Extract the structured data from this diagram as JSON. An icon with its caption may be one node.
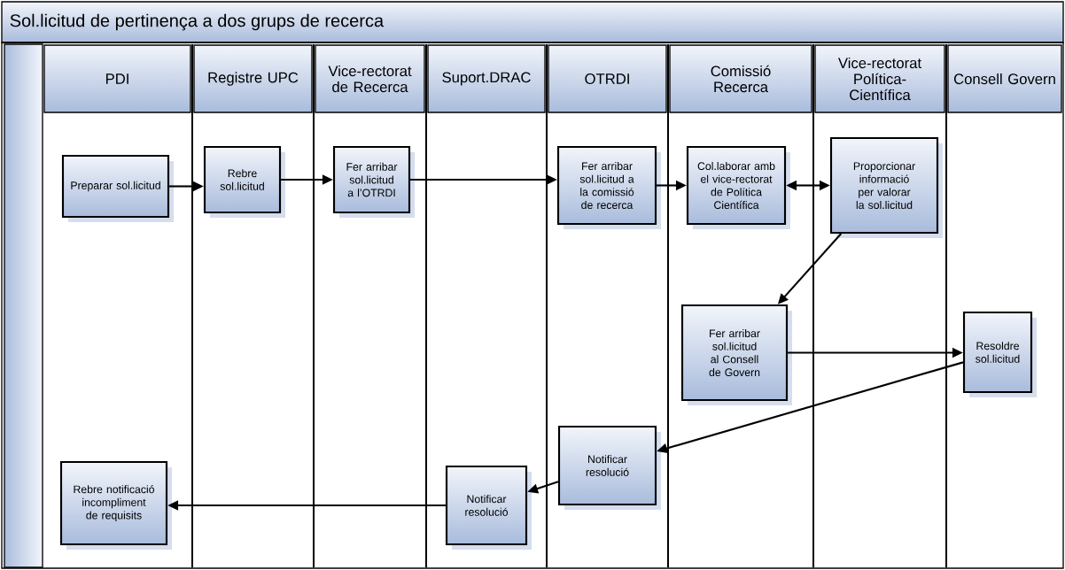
{
  "diagram": {
    "title": "Sol.licitud de pertinença a dos grups de recerca",
    "nodes": [
      {
        "text": [
          "PDI"
        ]
      },
      {
        "text": [
          "Registre UPC"
        ]
      },
      {
        "text": [
          "Vice-rectorat de Recerca"
        ]
      },
      {
        "text": [
          "Suport.DRAC"
        ]
      },
      {
        "text": [
          "OTRDI"
        ]
      },
      {
        "text": [
          "Comissió Recerca"
        ]
      },
      {
        "text": [
          "Vice-rectorat Política-Científica"
        ]
      },
      {
        "text": [
          "Consell Govern"
        ]
      },
      {
        "text": [
          "Preparar sol.licitud"
        ]
      },
      {
        "text": [
          "Rebre sol.licitud"
        ]
      },
      {
        "text": [
          "Fer arribar sol.licitud a l’OTRDI"
        ]
      },
      {
        "text": [
          "Fer arribar sol.licitud a la comissió de recerca"
        ]
      },
      {
        "text": [
          "Col.laborar amb el vice-rectorat de Política Científica"
        ]
      },
      {
        "text": [
          "Proporcionar informació per valorar la sol.licitud"
        ]
      },
      {
        "text": [
          "Fer arribar sol.licitud al Consell de Govern"
        ]
      },
      {
        "text": [
          "Resoldre sol.licitud"
        ]
      },
      {
        "text": [
          "Notificar resolució"
        ]
      },
      {
        "text": [
          "Notificar resolució"
        ]
      },
      {
        "text": [
          "Rebre notificació incompliment de requisits"
        ]
      }
    ],
    "edges": [
      {
        "from": 8,
        "to": 9,
        "arrow": "to"
      },
      {
        "from": 9,
        "to": 10,
        "arrow": "to"
      },
      {
        "from": 10,
        "to": 11,
        "arrow": "to"
      },
      {
        "from": 11,
        "to": 12,
        "arrow": "to"
      },
      {
        "from": 12,
        "to": 13,
        "arrow": "both"
      },
      {
        "from": 13,
        "to": 14,
        "arrow": "to"
      },
      {
        "from": 14,
        "to": 15,
        "arrow": "to"
      },
      {
        "from": 15,
        "to": 16,
        "arrow": "to"
      },
      {
        "from": 16,
        "to": 17,
        "arrow": "to"
      },
      {
        "from": 17,
        "to": 18,
        "arrow": "to"
      }
    ]
  }
}
